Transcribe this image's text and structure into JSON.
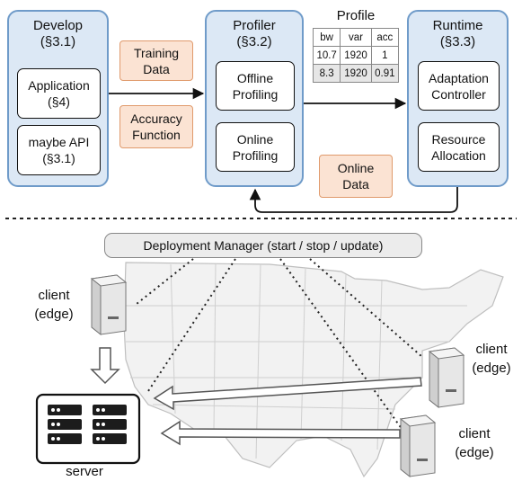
{
  "develop": {
    "title": "Develop",
    "section": "(§3.1)",
    "application_line1": "Application",
    "application_line2": "(§4)",
    "api_line1": "maybe API",
    "api_line2": "(§3.1)"
  },
  "inputs": {
    "training_line1": "Training",
    "training_line2": "Data",
    "accuracy_line1": "Accuracy",
    "accuracy_line2": "Function"
  },
  "profiler": {
    "title": "Profiler",
    "section": "(§3.2)",
    "offline_line1": "Offline",
    "offline_line2": "Profiling",
    "online_line1": "Online",
    "online_line2": "Profiling"
  },
  "profile": {
    "title": "Profile",
    "headers": [
      "bw",
      "var",
      "acc"
    ],
    "rows": [
      [
        "10.7",
        "1920",
        "1"
      ],
      [
        "8.3",
        "1920",
        "0.91"
      ]
    ]
  },
  "runtime": {
    "title": "Runtime",
    "section": "(§3.3)",
    "adaptation_line1": "Adaptation",
    "adaptation_line2": "Controller",
    "resource_line1": "Resource",
    "resource_line2": "Allocation"
  },
  "online_data": {
    "line1": "Online",
    "line2": "Data"
  },
  "deployment": {
    "label": "Deployment Manager (start / stop / update)"
  },
  "nodes": {
    "client_left_line1": "client",
    "client_left_line2": "(edge)",
    "client_right_top_line1": "client",
    "client_right_top_line2": "(edge)",
    "client_right_bottom_line1": "client",
    "client_right_bottom_line2": "(edge)",
    "server": "server"
  },
  "colors": {
    "panel_fill": "#dce8f5",
    "panel_border": "#6f9bc9",
    "input_fill": "#fbe3d3",
    "input_border": "#e09a6c",
    "deploy_fill": "#ececec"
  }
}
